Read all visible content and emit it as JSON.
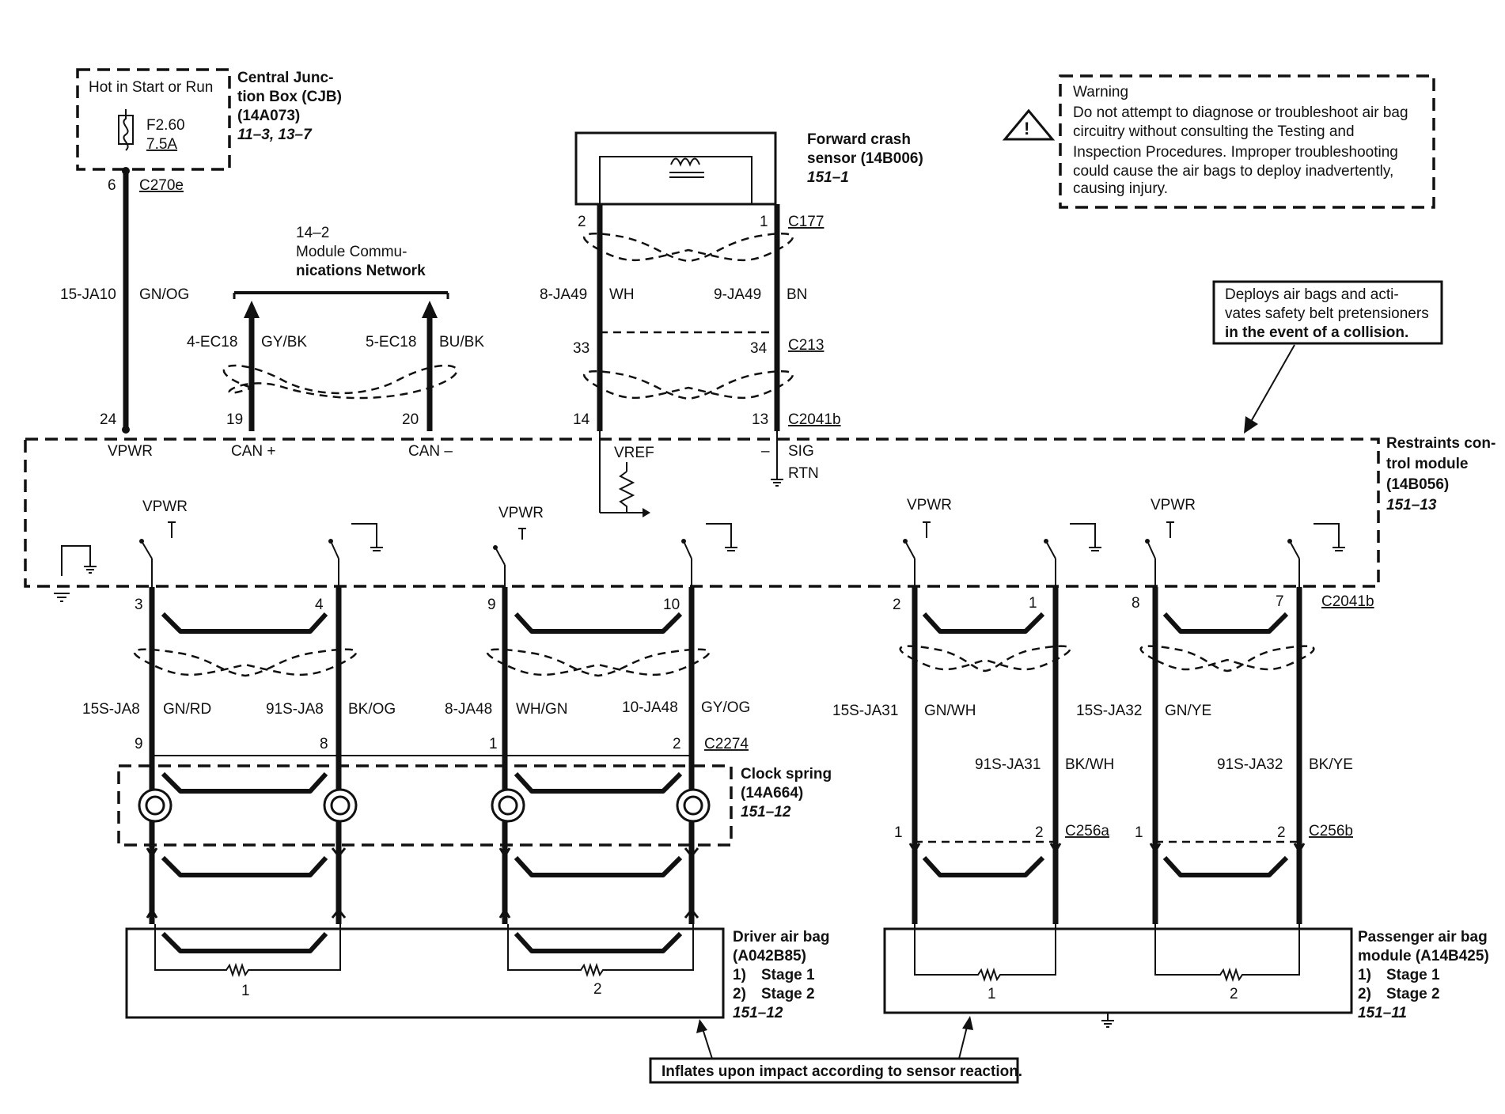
{
  "cjb": {
    "hot_label": "Hot in Start or Run",
    "fuse_id": "F2.60",
    "fuse_rating": "7.5A",
    "title_line1": "Central Junc-",
    "title_line2": "tion Box (CJB)",
    "part_no": "(14A073)",
    "ref": "11–3, 13–7"
  },
  "power_feed": {
    "pin_top": "6",
    "connector": "C270e",
    "circuit": "15-JA10",
    "color": "GN/OG",
    "pin_bottom": "24",
    "label": "VPWR"
  },
  "can_bus": {
    "ref": "14–2",
    "network_line1": "Module Commu-",
    "network_line2": "nications Network",
    "circuit_plus": "4-EC18",
    "color_plus": "GY/BK",
    "circuit_minus": "5-EC18",
    "color_minus": "BU/BK",
    "pin_plus": "19",
    "pin_minus": "20",
    "label_plus": "CAN +",
    "label_minus": "CAN –"
  },
  "forward_sensor": {
    "title_line1": "Forward crash",
    "title_line2": "sensor (14B006)",
    "ref": "151–1",
    "pin_left": "2",
    "pin_right": "1",
    "conn_top": "C177",
    "circuit_left": "8-JA49",
    "color_left": "WH",
    "circuit_right": "9-JA49",
    "color_right": "BN",
    "pin_mid_left": "33",
    "pin_mid_right": "34",
    "conn_mid": "C213",
    "pin_bot_left": "14",
    "pin_bot_right": "13",
    "conn_bot": "C2041b",
    "vref": "VREF",
    "minus": "–",
    "sig": "SIG",
    "rtn": "RTN"
  },
  "warning": {
    "title": "Warning",
    "lines": [
      "Do not attempt to diagnose or troubleshoot air bag",
      "circuitry without consulting the Testing and",
      "Inspection Procedures. Improper troubleshooting",
      "could cause the air bags to deploy inadvertently,",
      "causing injury."
    ],
    "icon_glyph": "!"
  },
  "deploy_note": {
    "lines": [
      "Deploys air bags and acti-",
      "vates safety belt pretensioners",
      "in the event of a collision."
    ]
  },
  "rcm": {
    "title_line1": "Restraints con-",
    "title_line2": "trol module",
    "part_no": "(14B056)",
    "ref": "151–13",
    "vpwr_label": "VPWR",
    "connector": "C2041b"
  },
  "driver_circuits": {
    "pin_a": "3",
    "pin_b": "4",
    "pin_c": "9",
    "pin_d": "10",
    "circ_a": "15S-JA8",
    "col_a": "GN/RD",
    "circ_b": "91S-JA8",
    "col_b": "BK/OG",
    "circ_c": "8-JA48",
    "col_c": "WH/GN",
    "circ_d": "10-JA48",
    "col_d": "GY/OG",
    "cs_pin_a": "9",
    "cs_pin_b": "8",
    "cs_pin_c": "1",
    "cs_pin_d": "2",
    "cs_connector": "C2274"
  },
  "clock_spring": {
    "title": "Clock spring",
    "part_no": "(14A664)",
    "ref": "151–12"
  },
  "passenger_circuits": {
    "pin_a": "2",
    "pin_b": "1",
    "pin_c": "8",
    "pin_d": "7",
    "circ_a": "15S-JA31",
    "col_a": "GN/WH",
    "circ_b": "91S-JA31",
    "col_b": "BK/WH",
    "circ_c": "15S-JA32",
    "col_c": "GN/YE",
    "circ_d": "91S-JA32",
    "col_d": "BK/YE",
    "c256a_pin1": "1",
    "c256a_pin2": "2",
    "c256a": "C256a",
    "c256b_pin1": "1",
    "c256b_pin2": "2",
    "c256b": "C256b"
  },
  "driver_airbag": {
    "title": "Driver air bag",
    "part_no": "(A042B85)",
    "stage1_num": "1)",
    "stage1": "Stage 1",
    "stage2_num": "2)",
    "stage2": "Stage 2",
    "ref": "151–12",
    "squib1": "1",
    "squib2": "2"
  },
  "passenger_airbag": {
    "title": "Passenger air bag",
    "title_line2": "module (A14B425)",
    "stage1_num": "1)",
    "stage1": "Stage 1",
    "stage2_num": "2)",
    "stage2": "Stage 2",
    "ref": "151–11",
    "squib1": "1",
    "squib2": "2"
  },
  "inflate_note": "Inflates upon impact according to sensor reaction."
}
